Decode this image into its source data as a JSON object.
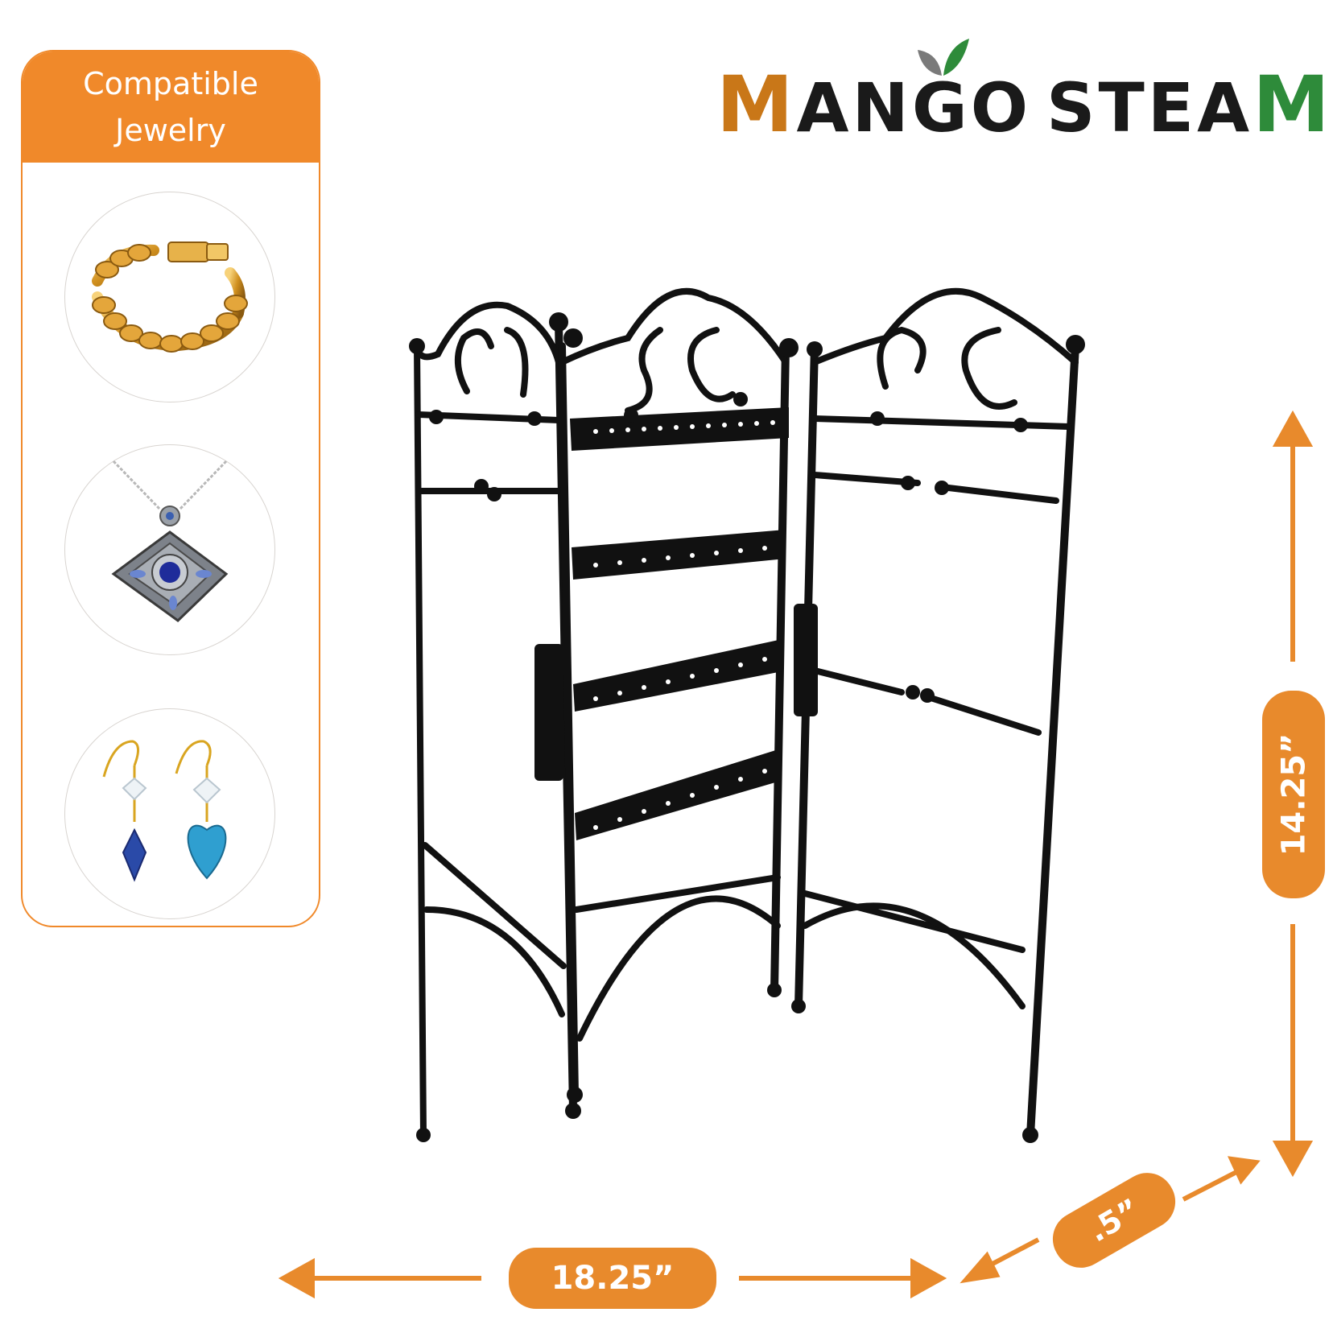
{
  "sidebar": {
    "title_line1": "Compatible",
    "title_line2": "Jewelry",
    "items": [
      {
        "icon": "bracelet-icon"
      },
      {
        "icon": "necklace-icon"
      },
      {
        "icon": "earrings-icon"
      }
    ]
  },
  "brand": {
    "logo_text": "MANGO STEAM",
    "part1_first": "M",
    "part1_rest": "ANGO",
    "part2_rest": "STEA",
    "part2_last": "M",
    "colors": {
      "orange": "#c97718",
      "green": "#2e8b3a",
      "text": "#1a1a1a"
    }
  },
  "dimensions": {
    "width": "18.25”",
    "height": "14.25”",
    "depth": ".5”",
    "accent": "#e88a2c"
  },
  "product": {
    "icon": "jewelry-stand-icon"
  }
}
